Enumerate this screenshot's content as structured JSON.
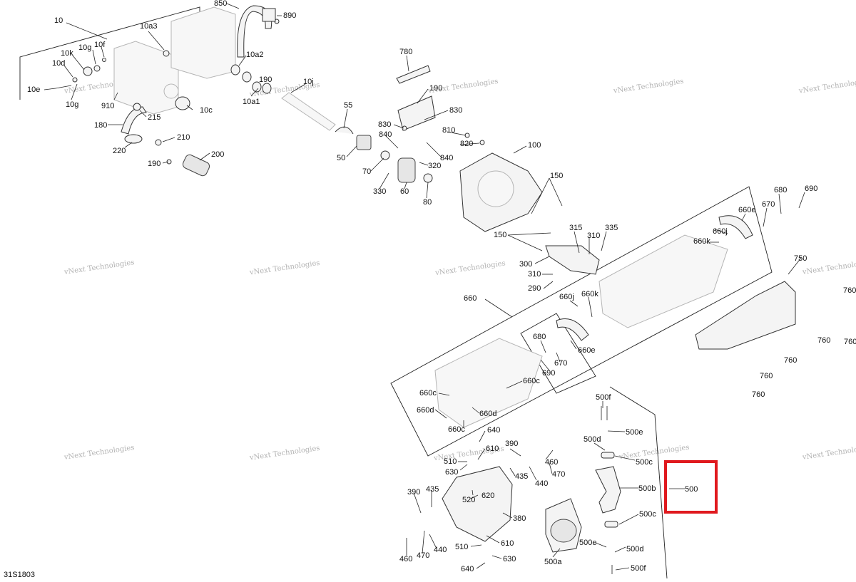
{
  "diagram": {
    "code": "31S1803",
    "watermark_text": "vNext Technologies",
    "highlight_color": "#e0191e",
    "highlighted_label": "500",
    "labels": {
      "l10": "10",
      "l10a3": "10a3",
      "l850": "850",
      "l890": "890",
      "l10a2": "10a2",
      "l10g_a": "10g",
      "l10f": "10f",
      "l10k": "10k",
      "l10d": "10d",
      "l10e": "10e",
      "l10g_b": "10g",
      "l910": "910",
      "l190_top": "190",
      "l10a1": "10a1",
      "l10j": "10j",
      "l10c": "10c",
      "l215": "215",
      "l180": "180",
      "l210": "210",
      "l220": "220",
      "l190": "190",
      "l200": "200",
      "l780": "780",
      "l830_a": "830",
      "l830_b": "830",
      "l55": "55",
      "l810": "810",
      "l840_a": "840",
      "l820": "820",
      "l840_b": "840",
      "l100": "100",
      "l50": "50",
      "l320": "320",
      "l70": "70",
      "l330": "330",
      "l60": "60",
      "l80": "80",
      "l150_a": "150",
      "l680_a": "680",
      "l690_a": "690",
      "l660e_a": "660e",
      "l670_a": "670",
      "l660j_a": "660j",
      "l660k_a": "660k",
      "l150_b": "150",
      "l315": "315",
      "l310_a": "310",
      "l335": "335",
      "l300": "300",
      "l310_b": "310",
      "l290": "290",
      "l750": "750",
      "l760_a": "760",
      "l760_b": "760",
      "l760_c": "760",
      "l760_d": "760",
      "l760_e": "760",
      "l760_f": "760",
      "l660": "660",
      "l660j_b": "660j",
      "l660k_b": "660k",
      "l680_b": "680",
      "l660e_b": "660e",
      "l690_b": "690",
      "l670_b": "670",
      "l660c_a": "660c",
      "l660c_b": "660c",
      "l660d_a": "660d",
      "l660d_b": "660d",
      "l660c_c": "660c",
      "l500f_a": "500f",
      "l500e_a": "500e",
      "l500d_a": "500d",
      "l500c_a": "500c",
      "l500b": "500b",
      "l500": "500",
      "l500c_b": "500c",
      "l500e_b": "500e",
      "l500d_b": "500d",
      "l500f_b": "500f",
      "l500a": "500a",
      "l640_a": "640",
      "l610_a": "610",
      "l390_a": "390",
      "l460_a": "460",
      "l510_a": "510",
      "l630_a": "630",
      "l435_a": "435",
      "l440_a": "440",
      "l470_a": "470",
      "l520": "520",
      "l620": "620",
      "l380": "380",
      "l390_b": "390",
      "l435_b": "435",
      "l470_b": "470",
      "l440_b": "440",
      "l460_b": "460",
      "l510_b": "510",
      "l610_b": "610",
      "l640_b": "640",
      "l630_b": "630"
    }
  }
}
